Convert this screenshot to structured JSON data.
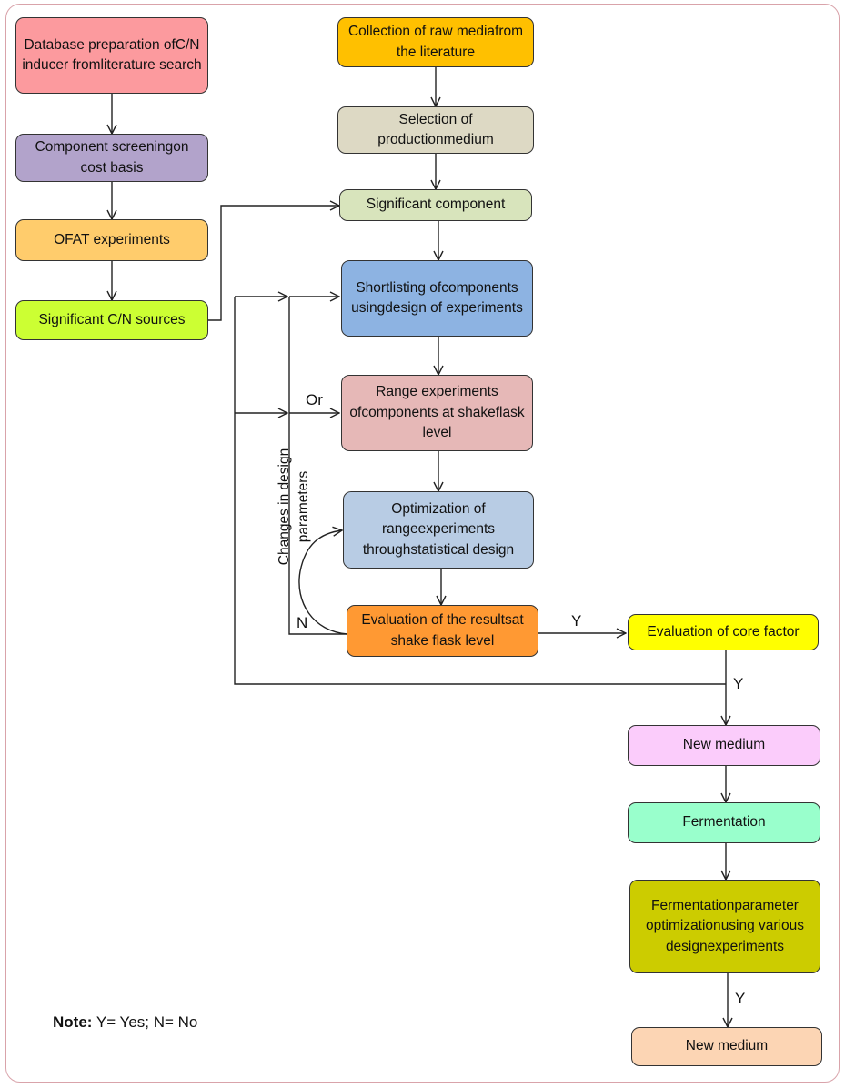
{
  "colors": {
    "database_prep": "#fc9a9e",
    "screening": "#b2a3cb",
    "ofat": "#ffcc6c",
    "cn_sources": "#ccff33",
    "raw_media": "#ffc000",
    "production_medium": "#ddd9c4",
    "significant_component": "#d8e4bc",
    "shortlisting": "#8db3e2",
    "range_experiments": "#e6b8b7",
    "optimization": "#b8cce4",
    "evaluation": "#ff9933",
    "core_factor": "#ffff00",
    "new_medium": "#fbccfb",
    "fermentation": "#99ffcc",
    "parameter_optimization": "#cccc00",
    "final_medium": "#fcd5b4"
  },
  "nodes": {
    "database_prep": [
      "Database preparation of",
      "C/N inducer from",
      "literature search"
    ],
    "screening": [
      "Component screening",
      "on cost basis"
    ],
    "ofat": [
      "OFAT  experiments"
    ],
    "cn_sources": [
      "Significant C/N sources"
    ],
    "raw_media": [
      "Collection of raw media",
      "from the literature"
    ],
    "production_medium": [
      "Selection of production",
      "medium"
    ],
    "significant_component": [
      "Significant component"
    ],
    "shortlisting": [
      "Shortlisting of",
      "components using",
      "design of experiments"
    ],
    "range_experiments": [
      "Range experiments of",
      "components at shake",
      "flask level"
    ],
    "optimization": [
      "Optimization of range",
      "experiments through",
      "statistical design"
    ],
    "evaluation": [
      "Evaluation of the results",
      "at shake flask level"
    ],
    "core_factor": [
      "Evaluation of core factor"
    ],
    "new_medium": [
      "New medium"
    ],
    "fermentation": [
      "Fermentation"
    ],
    "parameter_optimization": [
      "Fermentation",
      "parameter optimization",
      "using various design",
      "experiments"
    ],
    "final_medium": [
      "New medium"
    ]
  },
  "labels": {
    "or": "Or",
    "no": "N",
    "yes_core": "Y",
    "yes_new_medium": "Y",
    "yes_final": "Y",
    "changes_line1": "Changes in design",
    "changes_line2": "parameters"
  },
  "note": {
    "prefix": "Note:",
    "text": " Y= Yes; N= No"
  }
}
